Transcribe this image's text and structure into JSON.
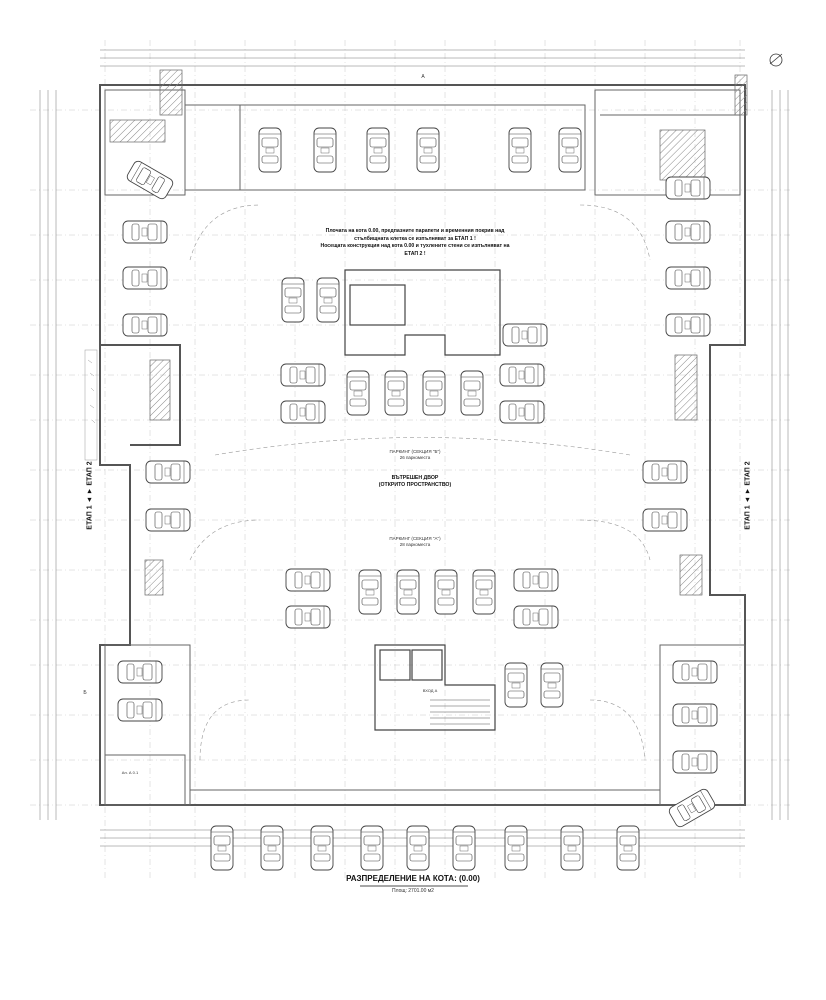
{
  "title": "РАЗПРЕДЕЛЕНИЕ НА КОТА: (0.00)",
  "subtitle": "Площ: 2701.00 м2",
  "top_note": {
    "line1": "Плочата на кота 0.00, предпазните парапети и временния покрив над",
    "line2": "стълбищната клетка се изпълняват за ЕТАП 1 !",
    "line3": "Носещата конструкция над кота 0.00 и тухлените стени се изпълняват на",
    "line4": "ЕТАП 2 !"
  },
  "courtyard": {
    "parking_b": "ПАРКИНГ (СЕКЦИЯ \"Б\")",
    "parking_b_count": "26 паркоместа",
    "yard_title": "ВЪТРЕШЕН ДВОР",
    "yard_sub": "(ОТКРИТО ПРОСТРАНСТВО)",
    "parking_a": "ПАРКИНГ (СЕКЦИЯ \"А\")",
    "parking_a_count": "28 паркоместа"
  },
  "stage_labels": {
    "left": "ЕТАП 1 ◄ ► ЕТАП 2",
    "right": "ЕТАП 1 ◄ ► ЕТАП 2"
  },
  "section_marks": {
    "a": "A",
    "b": "Б"
  },
  "entrance_label": "ВХОД А",
  "room_label": "Ап. А 0.1",
  "colors": {
    "line": "#555555",
    "thin": "#9a9a9a",
    "hatch": "#777777",
    "car": "#444444"
  }
}
